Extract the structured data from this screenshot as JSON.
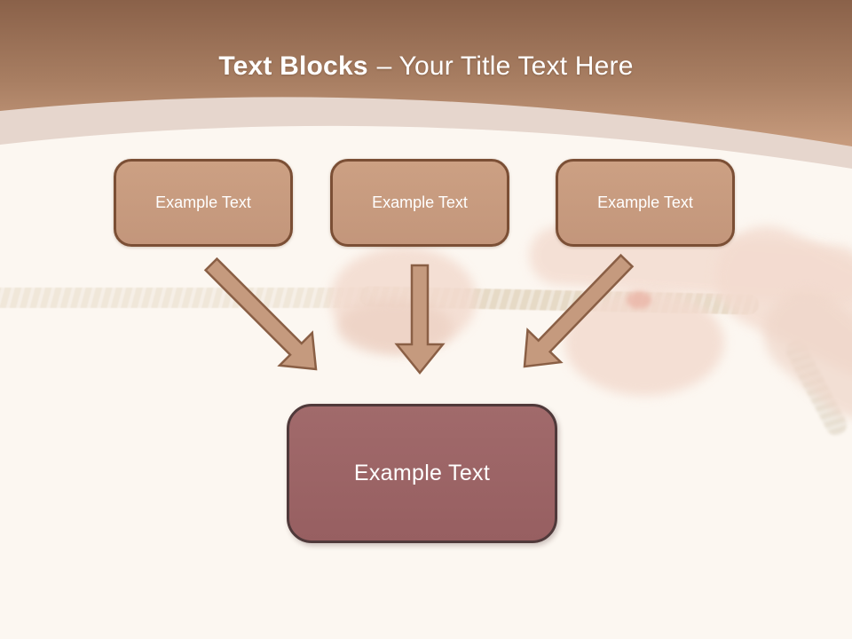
{
  "slide": {
    "title": {
      "bold_part": "Text Blocks",
      "regular_part": "– Your Title Text Here"
    },
    "source_boxes": [
      {
        "label": "Example Text"
      },
      {
        "label": "Example Text"
      },
      {
        "label": "Example Text"
      }
    ],
    "target_box": {
      "label": "Example Text"
    },
    "watermark_description": "faded photo of hands pulling a rope (tug of war)",
    "colors": {
      "header_gradient_top": "#8a6149",
      "header_gradient_bottom": "#c89c7e",
      "header_band": "#e6d6cd",
      "body_background": "#fcf7f1",
      "box_fill": "#c79b80",
      "box_border": "#7b4f35",
      "target_fill": "#9d6466",
      "target_border": "#4f393a",
      "arrow_fill": "#c59a7e",
      "arrow_stroke": "#8a5f45",
      "title_color": "#ffffff"
    }
  }
}
